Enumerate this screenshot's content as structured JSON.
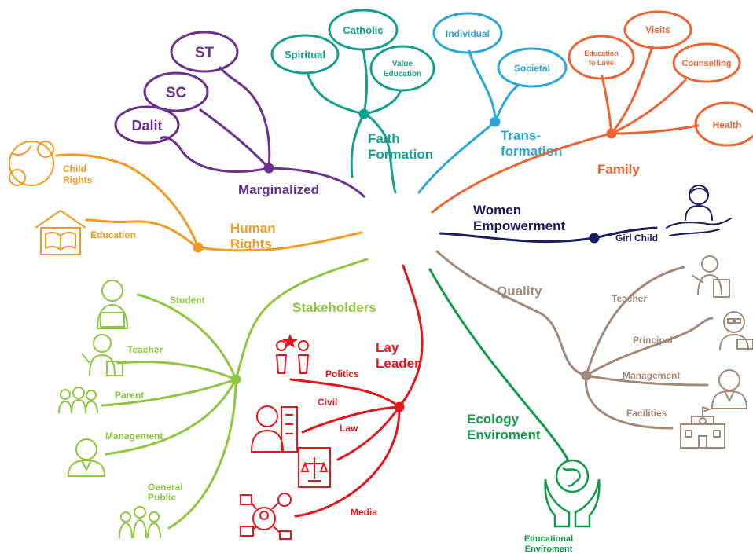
{
  "colors": {
    "marginalized": "#6b2f8f",
    "faith": "#12a08e",
    "transformation": "#2aa6d8",
    "family": "#ec6431",
    "women": "#1b1b5e",
    "human_rights": "#f39a25",
    "quality": "#a1897a",
    "stakeholders": "#8dc63f",
    "lay_leader": "#e8141c",
    "ecology": "#0f9b48"
  },
  "branches": {
    "marginalized": {
      "label": "Marginalized",
      "subs": [
        "ST",
        "SC",
        "Dalit"
      ]
    },
    "faith": {
      "label_1": "Faith",
      "label_2": "Formation",
      "subs": [
        "Catholic",
        "Spiritual",
        "Value",
        "Education"
      ]
    },
    "transformation": {
      "label_1": "Trans-",
      "label_2": "formation",
      "subs": [
        "Individual",
        "Societal"
      ]
    },
    "family": {
      "label": "Family",
      "subs": [
        "Visits",
        "Education",
        "to Love",
        "Counselling",
        "Health"
      ]
    },
    "women": {
      "label_1": "Women",
      "label_2": "Empowerment",
      "subs": [
        "Girl Child"
      ]
    },
    "human_rights": {
      "label_1": "Human",
      "label_2": "Rights",
      "subs": [
        "Child",
        "Rights",
        "Education"
      ]
    },
    "quality": {
      "label": "Quality",
      "subs": [
        "Teacher",
        "Principal",
        "Management",
        "Facilities"
      ]
    },
    "stakeholders": {
      "label": "Stakeholders",
      "subs": [
        "Student",
        "Teacher",
        "Parent",
        "Management",
        "General",
        "Public"
      ]
    },
    "lay_leader": {
      "label_1": "Lay",
      "label_2": "Leader",
      "subs": [
        "Politics",
        "Civil",
        "Law",
        "Media"
      ]
    },
    "ecology": {
      "label_1": "Ecology",
      "label_2": "Enviroment",
      "subs": [
        "Educational",
        "Enviroment"
      ]
    }
  },
  "icons": [
    "child-rights-globe-icon",
    "education-book-house-icon",
    "girl-child-hands-icon",
    "teacher-icon",
    "principal-icon",
    "management-icon",
    "facilities-school-icon",
    "student-icon",
    "parent-group-icon",
    "general-public-icon",
    "politics-podium-icon",
    "civil-building-icon",
    "law-scales-icon",
    "media-network-icon",
    "earth-hands-icon"
  ]
}
